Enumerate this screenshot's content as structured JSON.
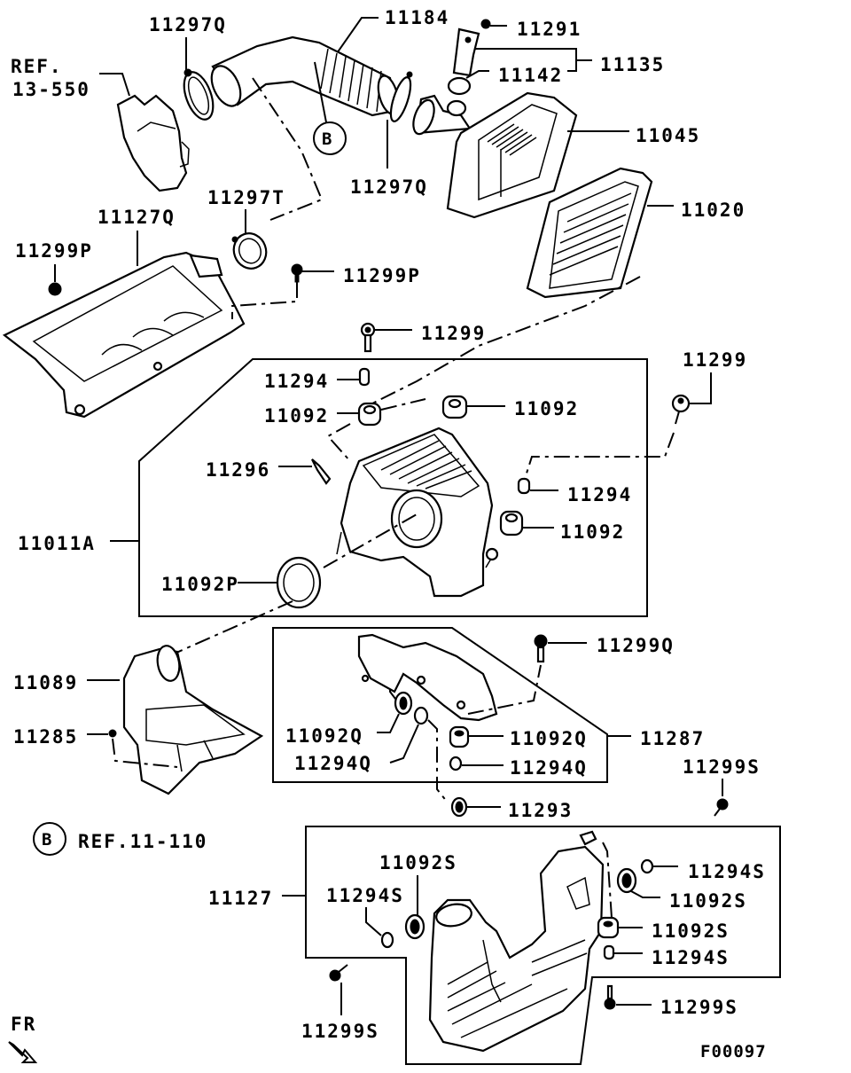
{
  "diagram": {
    "title": "Air Cleaner Assembly",
    "figure_code": "F00097",
    "direction_marker": "FR",
    "ref_marker": "B",
    "ref_notes": {
      "top_left_line1": "REF.",
      "top_left_line2": "13-550",
      "bottom_ref": "REF.11-110"
    },
    "labels": {
      "p11297Q_top": "11297Q",
      "p11184": "11184",
      "p11291": "11291",
      "p11135": "11135",
      "p11142": "11142",
      "p11045": "11045",
      "p11297Q_mid": "11297Q",
      "p11020": "11020",
      "p11297T": "11297T",
      "p11127Q": "11127Q",
      "p11299P_left": "11299P",
      "p11299P_right": "11299P",
      "p11299_top": "11299",
      "p11299_right": "11299",
      "p11294_a": "11294",
      "p11092_a": "11092",
      "p11092_b": "11092",
      "p11296": "11296",
      "p11294_b": "11294",
      "p11011A": "11011A",
      "p11092_c": "11092",
      "p11092P": "11092P",
      "p11089": "11089",
      "p11299Q": "11299Q",
      "p11285": "11285",
      "p11092Q_a": "11092Q",
      "p11092Q_b": "11092Q",
      "p11287": "11287",
      "p11294Q_a": "11294Q",
      "p11294Q_b": "11294Q",
      "p11293": "11293",
      "p11299S_right": "11299S",
      "p11127": "11127",
      "p11092S_a": "11092S",
      "p11294S_a": "11294S",
      "p11294S_r1": "11294S",
      "p11092S_r1": "11092S",
      "p11092S_r2": "11092S",
      "p11294S_r2": "11294S",
      "p11299S_bl": "11299S",
      "p11299S_br": "11299S"
    }
  }
}
